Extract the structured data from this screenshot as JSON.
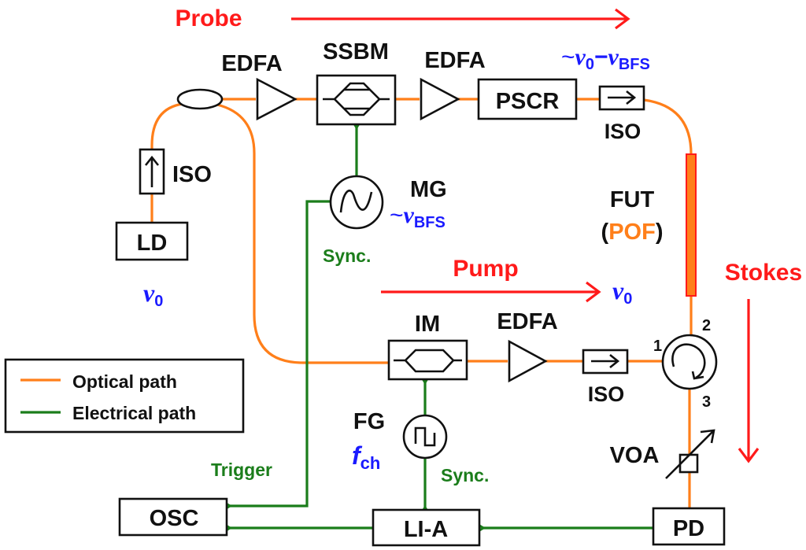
{
  "diagram": {
    "title_probe": "Probe",
    "title_pump": "Pump",
    "title_stokes": "Stokes",
    "components": {
      "edfa_probe_1": "EDFA",
      "ssbm": "SSBM",
      "edfa_probe_2": "EDFA",
      "pscr": "PSCR",
      "iso_probe": "ISO",
      "iso_ld": "ISO",
      "ld": "LD",
      "mg": "MG",
      "fut": "FUT",
      "fut_paren_open": "(",
      "fut_medium": "POF",
      "fut_paren_close": ")",
      "im": "IM",
      "edfa_pump": "EDFA",
      "iso_pump": "ISO",
      "fg": "FG",
      "voa": "VOA",
      "pd": "PD",
      "lia": "LI-A",
      "osc": "OSC"
    },
    "frequencies": {
      "probe_tilde": "~",
      "probe_nu0_sym": "ν",
      "probe_nu0_sub": "0",
      "probe_minus": "−",
      "probe_nubfs_sym": "ν",
      "probe_nubfs_sub": "BFS",
      "mg_tilde": "~",
      "mg_nu_sym": "ν",
      "mg_nu_sub": "BFS",
      "ld_nu_sym": "ν",
      "ld_nu_sub": "0",
      "pump_nu_sym": "ν",
      "pump_nu_sub": "0",
      "fg_f_sym": "f",
      "fg_f_sub": "ch"
    },
    "circulator_ports": [
      "1",
      "2",
      "3"
    ],
    "signals": {
      "sync_mg": "Sync.",
      "sync_fg": "Sync.",
      "trigger": "Trigger"
    },
    "legend": {
      "items": [
        {
          "label": "Optical path",
          "color": "#ff7f1a"
        },
        {
          "label": "Electrical path",
          "color": "#1b7d1b"
        }
      ]
    },
    "colors": {
      "optical": "#ff7f1a",
      "electrical": "#1b7d1b",
      "direction_arrows": "#ff1a1a",
      "frequency_text": "#1a1aff"
    }
  }
}
